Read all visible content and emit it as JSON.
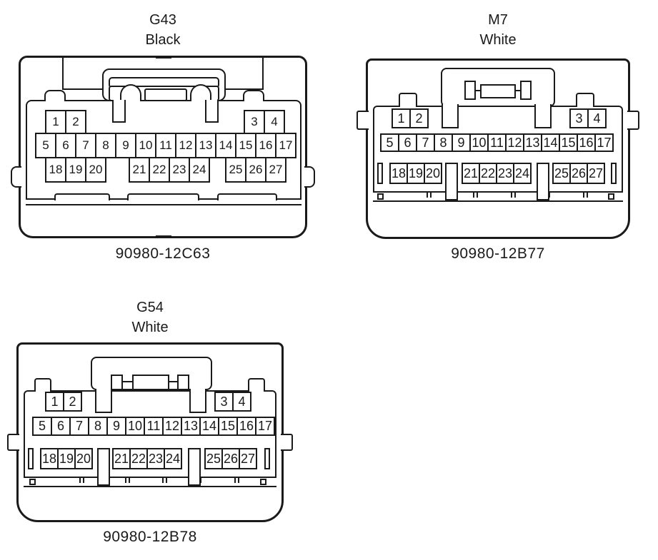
{
  "diagram": {
    "type": "wiring-connector-pinout",
    "background_color": "#ffffff",
    "line_color": "#1a1a1a"
  },
  "connectors": [
    {
      "id": "G43",
      "color_label": "Black",
      "part_number": "90980-12C63",
      "pins": {
        "row1_left": [
          "1",
          "2"
        ],
        "row1_right": [
          "3",
          "4"
        ],
        "row2": [
          "5",
          "6",
          "7",
          "8",
          "9",
          "10",
          "11",
          "12",
          "13",
          "14",
          "15",
          "16",
          "17"
        ],
        "row3_group1": [
          "18",
          "19",
          "20"
        ],
        "row3_group2": [
          "21",
          "22",
          "23",
          "24"
        ],
        "row3_group3": [
          "25",
          "26",
          "27"
        ]
      }
    },
    {
      "id": "M7",
      "color_label": "White",
      "part_number": "90980-12B77",
      "pins": {
        "row1_left": [
          "1",
          "2"
        ],
        "row1_right": [
          "3",
          "4"
        ],
        "row2": [
          "5",
          "6",
          "7",
          "8",
          "9",
          "10",
          "11",
          "12",
          "13",
          "14",
          "15",
          "16",
          "17"
        ],
        "row3_group1": [
          "18",
          "19",
          "20"
        ],
        "row3_group2": [
          "21",
          "22",
          "23",
          "24"
        ],
        "row3_group3": [
          "25",
          "26",
          "27"
        ]
      }
    },
    {
      "id": "G54",
      "color_label": "White",
      "part_number": "90980-12B78",
      "pins": {
        "row1_left": [
          "1",
          "2"
        ],
        "row1_right": [
          "3",
          "4"
        ],
        "row2": [
          "5",
          "6",
          "7",
          "8",
          "9",
          "10",
          "11",
          "12",
          "13",
          "14",
          "15",
          "16",
          "17"
        ],
        "row3_group1": [
          "18",
          "19",
          "20"
        ],
        "row3_group2": [
          "21",
          "22",
          "23",
          "24"
        ],
        "row3_group3": [
          "25",
          "26",
          "27"
        ]
      }
    }
  ]
}
